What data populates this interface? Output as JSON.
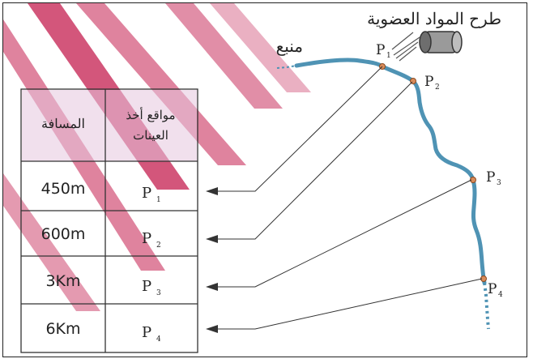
{
  "title": "طرح المواد العضوية",
  "source_label": "منبع",
  "table": {
    "header_distance": "المسافة",
    "header_sites_line1": "مواقع أخذ",
    "header_sites_line2": "العينات",
    "rows": [
      {
        "distance": "450m",
        "site": "P",
        "sub": "1"
      },
      {
        "distance": "600m",
        "site": "P",
        "sub": "2"
      },
      {
        "distance": "3Km",
        "site": "P",
        "sub": "3"
      },
      {
        "distance": "6Km",
        "site": "P",
        "sub": "4"
      }
    ]
  },
  "points": [
    {
      "label": "P",
      "sub": "1"
    },
    {
      "label": "P",
      "sub": "2"
    },
    {
      "label": "P",
      "sub": "3"
    },
    {
      "label": "P",
      "sub": "4"
    }
  ],
  "colors": {
    "river": "#4f93b4",
    "watermark": "#c41e4f",
    "table_shade": "#e6c6de",
    "point": "#d98c5a"
  }
}
